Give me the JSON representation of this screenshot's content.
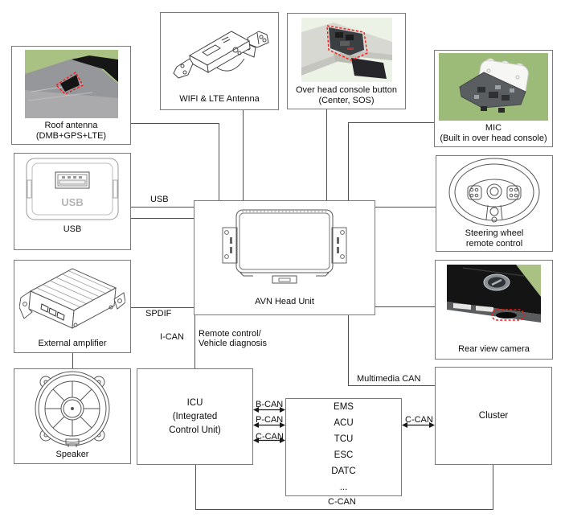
{
  "boxes": {
    "roof_antenna": {
      "line1": "Roof antenna",
      "line2": "(DMB+GPS+LTE)"
    },
    "wifi_antenna": {
      "line1": "WIFI & LTE Antenna"
    },
    "overhead_console": {
      "line1": "Over head console button",
      "line2": "(Center, SOS)"
    },
    "mic": {
      "line1": "MIC",
      "line2": "(Built in over head console)"
    },
    "usb": {
      "line1": "USB",
      "port_text": "USB"
    },
    "steering_wheel": {
      "line1": "Steering wheel",
      "line2": "remote control"
    },
    "avn": {
      "line1": "AVN Head Unit"
    },
    "external_amplifier": {
      "line1": "External amplifier"
    },
    "rear_camera": {
      "line1": "Rear view camera"
    },
    "speaker": {
      "line1": "Speaker"
    },
    "icu": {
      "line1": "ICU",
      "line2": "(Integrated",
      "line3": "Control Unit)"
    },
    "ems": {
      "items": [
        "EMS",
        "ACU",
        "TCU",
        "ESC",
        "DATC",
        "..."
      ]
    },
    "cluster": {
      "line1": "Cluster"
    }
  },
  "labels": {
    "usb": "USB",
    "spdif": "SPDIF",
    "i_can": "I-CAN",
    "remote_line1": "Remote control/",
    "remote_line2": "Vehicle diagnosis",
    "multimedia_can": "Multimedia CAN",
    "b_can": "B-CAN",
    "p_can": "P-CAN",
    "c_can": "C-CAN",
    "c_can_cluster": "C-CAN",
    "c_can_bottom": "C-CAN"
  },
  "colors": {
    "connector_line": "#4f4f4f",
    "box_border": "#7a7a7a",
    "photo_green": "#a9c183",
    "highlight_red": "#ff1111"
  }
}
